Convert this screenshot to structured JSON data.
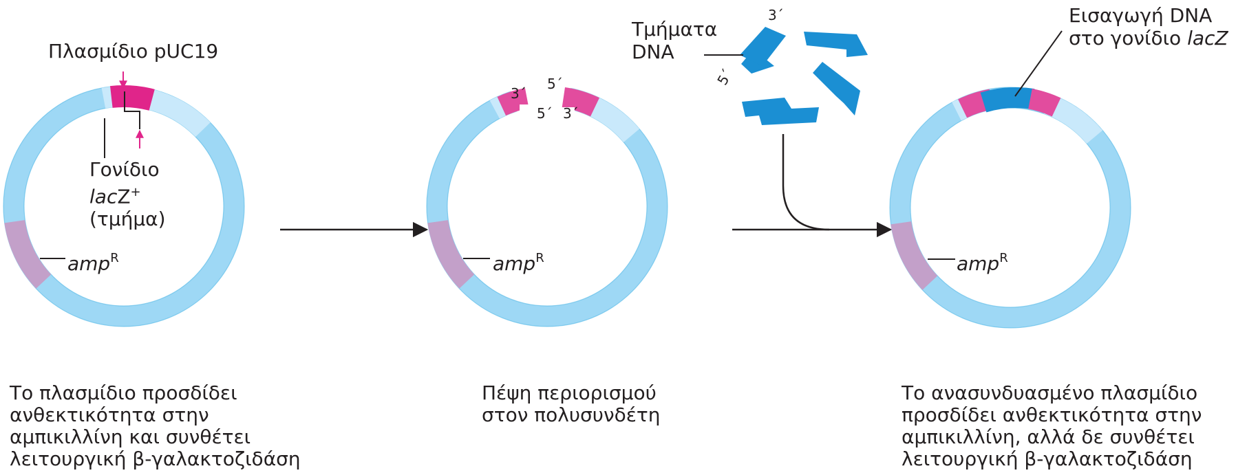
{
  "colors": {
    "plasmid": "#9ed8f5",
    "plasmid_light": "#c9e9fb",
    "outline": "#45b2e3",
    "lacz": "#e0258a",
    "lacz_sticky": "#e24c9e",
    "amp_region": "#c3a0c9",
    "dna_fragment": "#1b8fd3",
    "arrow": "#231f20"
  },
  "panel1": {
    "title": "Πλασμίδιο pUC19",
    "gene_label_line1": "Γονίδιο",
    "gene_label_line2_italic": "lac",
    "gene_label_line2_rest": "Z",
    "gene_label_line2_sup": "+",
    "gene_label_line3": "(τμήμα)",
    "amp_label": "amp",
    "amp_sup": "R",
    "caption": [
      "Το πλασμίδιο προσδίδει",
      "ανθεκτικότητα στην",
      "αμπικιλλίνη και συνθέτει",
      "λειτουργική β-γαλακτοζιδάση"
    ]
  },
  "panel2": {
    "end_labels": [
      "3΄",
      "5΄",
      "5΄",
      "3΄"
    ],
    "amp_label": "amp",
    "amp_sup": "R",
    "caption": [
      "Πέψη περιορισμού",
      "στον πολυσυνδέτη"
    ]
  },
  "fragments": {
    "label_line1": "Τμήματα",
    "label_line2": "DNA",
    "end_3": "3΄",
    "end_5": "5΄"
  },
  "panel3": {
    "insert_line1": "Εισαγωγή DNA",
    "insert_line2_prefix": "στο γονίδιο ",
    "insert_line2_italic": "lacZ",
    "amp_label": "amp",
    "amp_sup": "R",
    "caption": [
      "Το ανασυνδυασμένο πλασμίδιο",
      "προσδίδει ανθεκτικότητα στην",
      "αμπικιλλίνη, αλλά δε συνθέτει",
      "λειτουργική β-γαλακτοζιδάση"
    ]
  }
}
